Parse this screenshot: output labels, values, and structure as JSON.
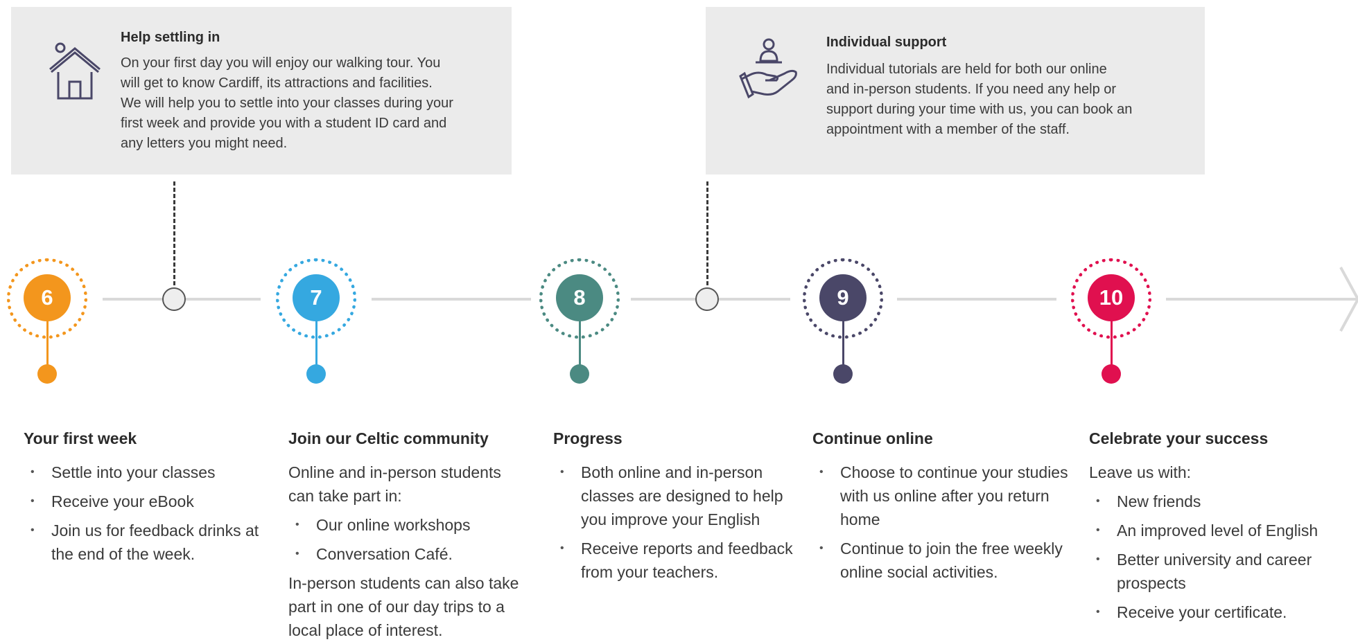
{
  "boxes": {
    "settling": {
      "title": "Help settling in",
      "lines": [
        "On your first day you will enjoy our walking tour. You",
        "will get to know Cardiff, its attractions and facilities.",
        "We will help you to settle into your classes during your",
        "first week and provide you with a student ID card and",
        "any letters you might need."
      ],
      "icon": "house-icon"
    },
    "support": {
      "title": "Individual support",
      "lines": [
        "Individual tutorials are held for both our online",
        "and in-person students. If you need any help or",
        "support during your time with us, you can book an",
        "appointment with a member of the staff."
      ],
      "icon": "hand-person-icon"
    }
  },
  "steps": [
    {
      "number": "6",
      "color": "#f3961d"
    },
    {
      "number": "7",
      "color": "#35a8e0"
    },
    {
      "number": "8",
      "color": "#4b8a82"
    },
    {
      "number": "9",
      "color": "#4a4768"
    },
    {
      "number": "10",
      "color": "#e0104f"
    }
  ],
  "columns": {
    "first_week": {
      "heading": "Your first week",
      "items": [
        "Settle into your classes",
        "Receive your eBook",
        "Join us for feedback drinks at the end of the week."
      ]
    },
    "community": {
      "heading": "Join our Celtic community",
      "intro": "Online and in-person students can take part in:",
      "items": [
        "Our online workshops",
        "Conversation Café."
      ],
      "outro": "In-person students can also take part in one of our day trips to a local place of interest."
    },
    "progress": {
      "heading": "Progress",
      "items": [
        "Both online and in-person classes are designed to help you improve your English",
        "Receive reports and feedback from your teachers."
      ]
    },
    "online": {
      "heading": "Continue online",
      "items": [
        "Choose to continue your studies with us online after you return home",
        "Continue to join the free weekly online social activities."
      ]
    },
    "success": {
      "heading": "Celebrate your success",
      "intro": "Leave us with:",
      "items": [
        "New friends",
        "An improved level of English",
        "Better university and career prospects",
        "Receive your certificate."
      ]
    }
  }
}
